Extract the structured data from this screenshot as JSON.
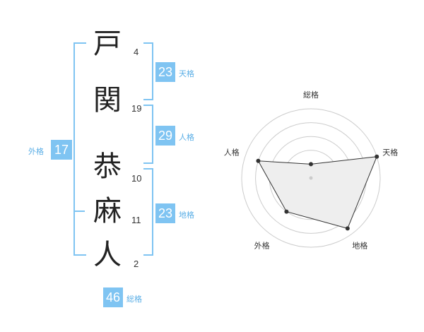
{
  "name": {
    "chars": [
      {
        "char": "戸",
        "strokes": "4"
      },
      {
        "char": "関",
        "strokes": "19"
      },
      {
        "char": "恭",
        "strokes": "10"
      },
      {
        "char": "麻",
        "strokes": "11"
      },
      {
        "char": "人",
        "strokes": "2"
      }
    ]
  },
  "fortunes": {
    "tenkaku": {
      "value": "23",
      "label": "天格"
    },
    "jinkaku": {
      "value": "29",
      "label": "人格"
    },
    "chikaku": {
      "value": "23",
      "label": "地格"
    },
    "gaikaku": {
      "value": "17",
      "label": "外格"
    },
    "soukaku": {
      "value": "46",
      "label": "総格"
    }
  },
  "colors": {
    "accent": "#7fc4f2",
    "label": "#5aaee6",
    "polygon_fill": "#eeeeee",
    "ring": "#cccccc"
  },
  "chart_data": {
    "type": "radar",
    "axes": [
      "総格",
      "天格",
      "地格",
      "外格",
      "人格"
    ],
    "values": [
      0.2,
      1.0,
      0.9,
      0.6,
      0.8
    ],
    "rings": 5
  }
}
